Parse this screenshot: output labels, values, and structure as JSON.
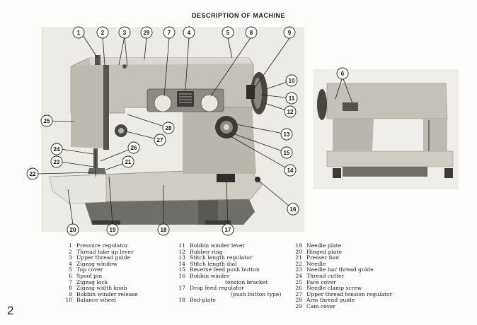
{
  "title": "DESCRIPTION OF MACHINE",
  "page_number": "2",
  "callouts": {
    "c1": "1",
    "c2": "2",
    "c3": "3",
    "c4": "4",
    "c5": "5",
    "c6": "6",
    "c7": "7",
    "c8": "8",
    "c9": "9",
    "c10": "10",
    "c11": "11",
    "c12": "12",
    "c13": "13",
    "c14": "14",
    "c15": "15",
    "c16": "16",
    "c17": "17",
    "c18": "18",
    "c19": "19",
    "c20": "20",
    "c21": "21",
    "c22": "22",
    "c23": "23",
    "c24": "24",
    "c25": "25",
    "c26": "26",
    "c27": "27",
    "c28": "28",
    "c29": "29"
  },
  "legend": {
    "col1": [
      {
        "num": "1",
        "label": "Pressure regulator"
      },
      {
        "num": "2",
        "label": "Thread take up lever"
      },
      {
        "num": "3",
        "label": "Upper thread guide"
      },
      {
        "num": "4",
        "label": "Zigzag window"
      },
      {
        "num": "5",
        "label": "Top cover"
      },
      {
        "num": "6",
        "label": "Spool pin"
      },
      {
        "num": "7",
        "label": "Zigzag lock"
      },
      {
        "num": "8",
        "label": "Zigzag width knob"
      },
      {
        "num": "9",
        "label": "Bobbin winder release"
      },
      {
        "num": "10",
        "label": "Balance wheel"
      }
    ],
    "col2": [
      {
        "num": "11",
        "label": "Bobbin winder lever"
      },
      {
        "num": "12",
        "label": "Rubber ring"
      },
      {
        "num": "13",
        "label": "Stitch length regulator"
      },
      {
        "num": "14",
        "label": "Stitch length dial"
      },
      {
        "num": "15",
        "label": "Reverse feed push button"
      },
      {
        "num": "16",
        "label": "Bobbin winder"
      },
      {
        "num": "",
        "label": "tension bracket"
      },
      {
        "num": "17",
        "label": "Drop feed regulator"
      },
      {
        "num": "",
        "label": "(push button type)"
      },
      {
        "num": "18",
        "label": "Bed-plate"
      }
    ],
    "col3": [
      {
        "num": "19",
        "label": "Needle plate"
      },
      {
        "num": "20",
        "label": "Hinged plate"
      },
      {
        "num": "21",
        "label": "Presser foot"
      },
      {
        "num": "22",
        "label": "Needle"
      },
      {
        "num": "23",
        "label": "Needle bar thread guide"
      },
      {
        "num": "24",
        "label": "Thread cutter"
      },
      {
        "num": "25",
        "label": "Face cover"
      },
      {
        "num": "26",
        "label": "Needle clamp screw"
      },
      {
        "num": "27",
        "label": "Upper thread tension regulator"
      },
      {
        "num": "28",
        "label": "Arm thread guide"
      },
      {
        "num": "29",
        "label": "Cam cover"
      }
    ]
  }
}
